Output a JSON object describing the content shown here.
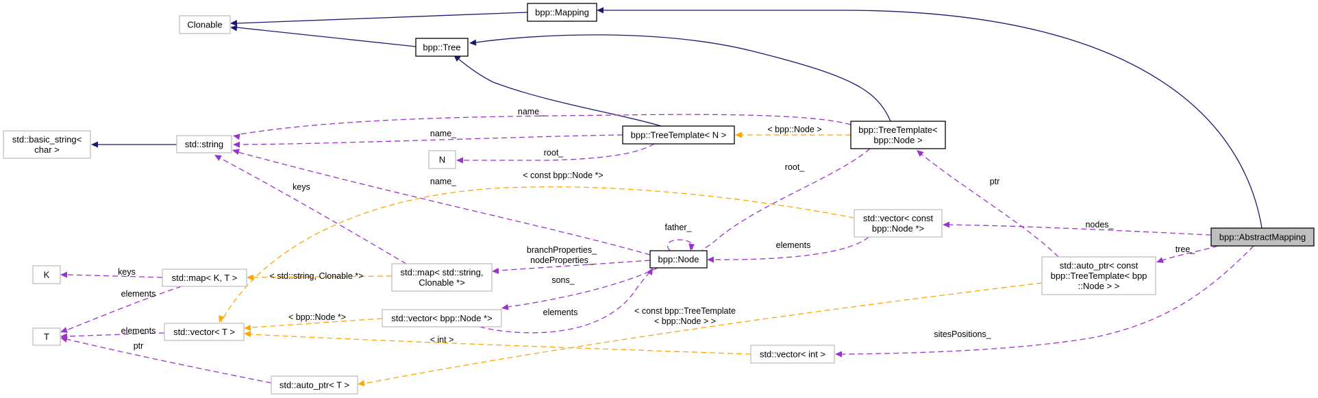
{
  "diagram": {
    "title": "Collaboration diagram for bpp::AbstractMapping",
    "colors": {
      "inheritance": "#191970",
      "usage": "#9a32cd",
      "template": "#ffa500",
      "focus_fill": "#bfbfbf",
      "external_border": "#bfbfbf",
      "documented_border": "#000000"
    },
    "nodes": [
      {
        "id": "abstract_mapping",
        "lines": [
          "bpp::AbstractMapping"
        ],
        "kind": "focus"
      },
      {
        "id": "mapping",
        "lines": [
          "bpp::Mapping"
        ],
        "kind": "doc"
      },
      {
        "id": "clonable",
        "lines": [
          "Clonable"
        ],
        "kind": "ext"
      },
      {
        "id": "tree",
        "lines": [
          "bpp::Tree"
        ],
        "kind": "doc"
      },
      {
        "id": "basic_string",
        "lines": [
          "std::basic_string<",
          "char >"
        ],
        "kind": "ext"
      },
      {
        "id": "string",
        "lines": [
          "std::string"
        ],
        "kind": "ext"
      },
      {
        "id": "tree_template_n",
        "lines": [
          "bpp::TreeTemplate< N >"
        ],
        "kind": "doc"
      },
      {
        "id": "tree_template_node",
        "lines": [
          "bpp::TreeTemplate<",
          "bpp::Node >"
        ],
        "kind": "doc"
      },
      {
        "id": "n",
        "lines": [
          "N"
        ],
        "kind": "ext"
      },
      {
        "id": "vector_const_node",
        "lines": [
          "std::vector< const",
          "bpp::Node *>"
        ],
        "kind": "ext"
      },
      {
        "id": "node",
        "lines": [
          "bpp::Node"
        ],
        "kind": "doc"
      },
      {
        "id": "k",
        "lines": [
          "K"
        ],
        "kind": "ext"
      },
      {
        "id": "map_kt",
        "lines": [
          "std::map< K, T >"
        ],
        "kind": "ext"
      },
      {
        "id": "map_string_clonable",
        "lines": [
          "std::map< std::string,",
          "Clonable *>"
        ],
        "kind": "ext"
      },
      {
        "id": "auto_ptr_const_tt",
        "lines": [
          "std::auto_ptr< const",
          "bpp::TreeTemplate< bpp",
          "::Node > >"
        ],
        "kind": "ext"
      },
      {
        "id": "t",
        "lines": [
          "T"
        ],
        "kind": "ext"
      },
      {
        "id": "vector_t",
        "lines": [
          "std::vector< T >"
        ],
        "kind": "ext"
      },
      {
        "id": "vector_node_ptr",
        "lines": [
          "std::vector< bpp::Node *>"
        ],
        "kind": "ext"
      },
      {
        "id": "vector_int",
        "lines": [
          "std::vector< int >"
        ],
        "kind": "ext"
      },
      {
        "id": "auto_ptr_t",
        "lines": [
          "std::auto_ptr< T >"
        ],
        "kind": "ext"
      }
    ],
    "edges": [
      {
        "from": "abstract_mapping",
        "to": "mapping",
        "type": "inherit",
        "label": []
      },
      {
        "from": "mapping",
        "to": "clonable",
        "type": "inherit",
        "label": []
      },
      {
        "from": "tree",
        "to": "clonable",
        "type": "inherit",
        "label": []
      },
      {
        "from": "tree_template_node",
        "to": "tree",
        "type": "inherit",
        "label": []
      },
      {
        "from": "tree_template_n",
        "to": "tree",
        "type": "inherit",
        "label": []
      },
      {
        "from": "string",
        "to": "basic_string",
        "type": "inherit",
        "label": []
      },
      {
        "from": "tree_template_node",
        "to": "string",
        "type": "usage",
        "label": [
          "name_"
        ]
      },
      {
        "from": "tree_template_n",
        "to": "string",
        "type": "usage",
        "label": [
          "name_"
        ]
      },
      {
        "from": "tree_template_n",
        "to": "n",
        "type": "usage",
        "label": [
          "root_"
        ]
      },
      {
        "from": "node",
        "to": "string",
        "type": "usage",
        "label": [
          "name_"
        ]
      },
      {
        "from": "map_string_clonable",
        "to": "string",
        "type": "usage",
        "label": [
          "keys"
        ]
      },
      {
        "from": "tree_template_node",
        "to": "tree_template_n",
        "type": "template",
        "label": [
          "< bpp::Node >"
        ]
      },
      {
        "from": "tree_template_node",
        "to": "node",
        "type": "usage",
        "label": [
          "root_"
        ]
      },
      {
        "from": "auto_ptr_const_tt",
        "to": "tree_template_node",
        "type": "usage",
        "label": [
          "ptr"
        ]
      },
      {
        "from": "abstract_mapping",
        "to": "vector_const_node",
        "type": "usage",
        "label": [
          "nodes_"
        ]
      },
      {
        "from": "abstract_mapping",
        "to": "auto_ptr_const_tt",
        "type": "usage",
        "label": [
          "tree_"
        ]
      },
      {
        "from": "abstract_mapping",
        "to": "vector_int",
        "type": "usage",
        "label": [
          "sitesPositions_"
        ]
      },
      {
        "from": "vector_const_node",
        "to": "vector_t",
        "type": "template",
        "label": [
          "< const bpp::Node *>"
        ]
      },
      {
        "from": "vector_const_node",
        "to": "node",
        "type": "usage",
        "label": [
          "elements"
        ]
      },
      {
        "from": "node",
        "to": "node",
        "type": "usage",
        "label": [
          "father_"
        ]
      },
      {
        "from": "node",
        "to": "map_string_clonable",
        "type": "usage",
        "label": [
          "branchProperties_",
          "nodeProperties_"
        ]
      },
      {
        "from": "vector_node_ptr",
        "to": "node",
        "type": "usage",
        "label": [
          "elements"
        ]
      },
      {
        "from": "node",
        "to": "vector_node_ptr",
        "type": "usage",
        "label": [
          "sons_"
        ]
      },
      {
        "from": "map_string_clonable",
        "to": "map_kt",
        "type": "template",
        "label": [
          "< std::string, Clonable *>"
        ]
      },
      {
        "from": "map_kt",
        "to": "k",
        "type": "usage",
        "label": [
          "keys"
        ]
      },
      {
        "from": "map_kt",
        "to": "t",
        "type": "usage",
        "label": [
          "elements"
        ]
      },
      {
        "from": "vector_t",
        "to": "t",
        "type": "usage",
        "label": [
          "elements"
        ]
      },
      {
        "from": "auto_ptr_t",
        "to": "t",
        "type": "usage",
        "label": [
          "ptr"
        ]
      },
      {
        "from": "vector_node_ptr",
        "to": "vector_t",
        "type": "template",
        "label": [
          "< bpp::Node *>"
        ]
      },
      {
        "from": "vector_int",
        "to": "vector_t",
        "type": "template",
        "label": [
          "< int >"
        ]
      },
      {
        "from": "auto_ptr_const_tt",
        "to": "auto_ptr_t",
        "type": "template",
        "label": [
          "< const bpp::TreeTemplate",
          "< bpp::Node > >"
        ]
      }
    ]
  }
}
